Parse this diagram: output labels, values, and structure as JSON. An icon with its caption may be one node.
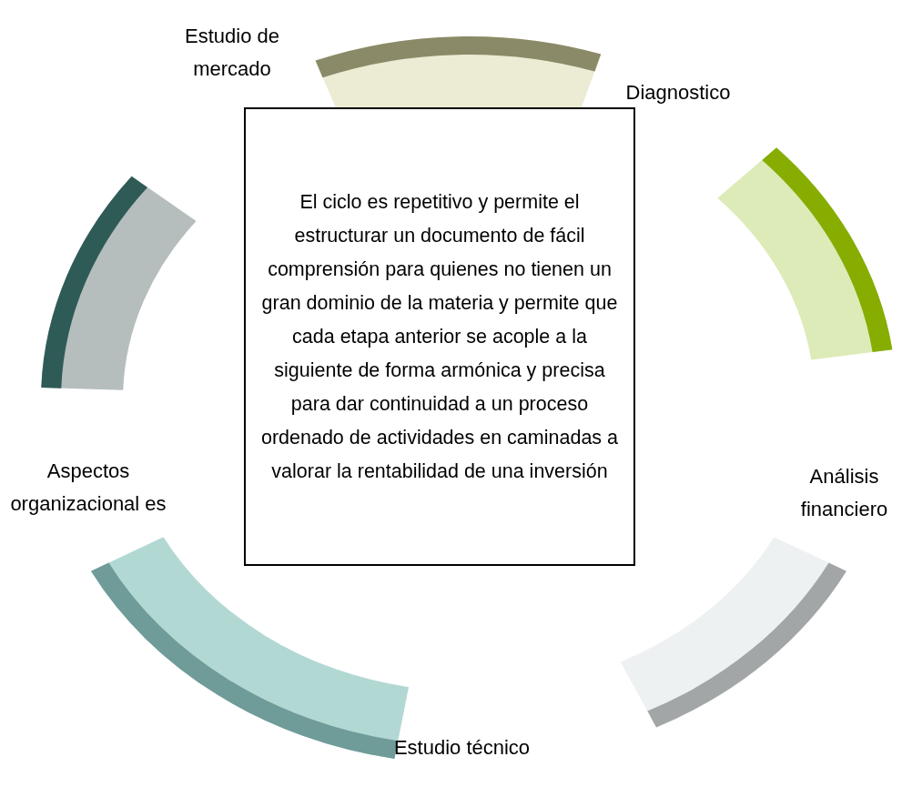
{
  "diagram": {
    "nodes": [
      {
        "text": [
          "Estudio de mercado"
        ]
      },
      {
        "text": [
          "Diagnostico"
        ]
      },
      {
        "text": [
          "El ciclo es repetitivo y permite el estructurar un documento de fácil comprensión para quienes no tienen un gran dominio de la materia y permite que cada etapa anterior se acople a la siguiente de forma armónica y precisa para dar continuidad a un proceso ordenado de actividades en caminadas a valorar la rentabilidad de una inversión"
        ]
      },
      {
        "text": [
          "Aspectos organizacional es"
        ]
      },
      {
        "text": [
          "Análisis financiero"
        ]
      },
      {
        "text": [
          "Estudio técnico"
        ]
      }
    ]
  }
}
